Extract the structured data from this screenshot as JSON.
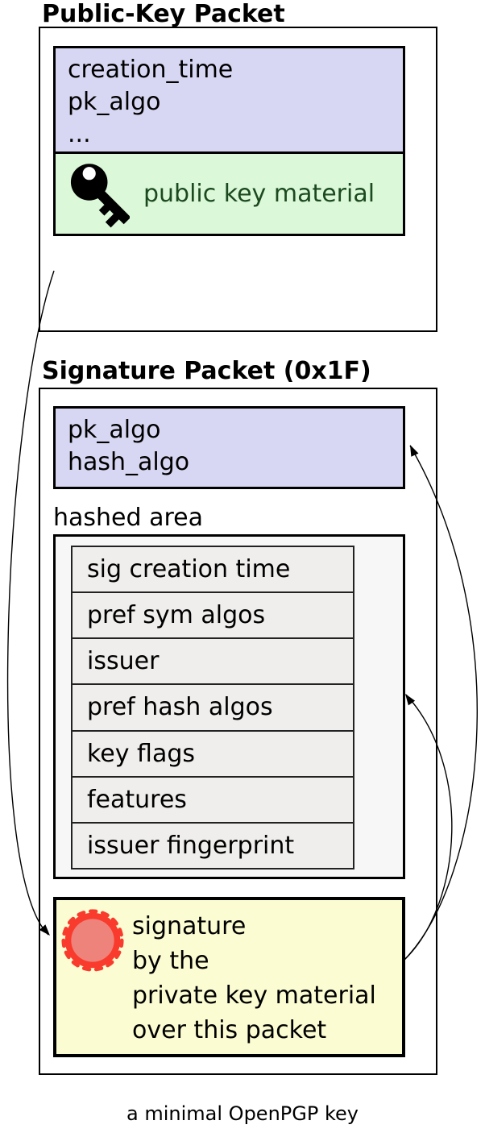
{
  "diagram": {
    "caption": "a minimal OpenPGP key"
  },
  "public_key_packet": {
    "title": "Public-Key Packet",
    "fields": [
      "creation_time",
      "pk_algo",
      "..."
    ],
    "material": {
      "label": "public key material",
      "icon": "key-icon"
    }
  },
  "signature_packet": {
    "title": "Signature Packet (0x1F)",
    "fields": [
      "pk_algo",
      "hash_algo"
    ],
    "hashed_area": {
      "label": "hashed area",
      "subpackets": [
        "sig creation time",
        "pref sym algos",
        "issuer",
        "pref hash algos",
        "key flags",
        "features",
        "issuer fingerprint"
      ]
    },
    "signature": {
      "icon": "seal-icon",
      "lines": [
        "signature",
        "by the",
        "private key material",
        "over this packet"
      ]
    }
  },
  "arrows": [
    "public-key-packet-to-signature",
    "signature-to-pk-algo-hash-algo",
    "signature-to-hashed-area"
  ],
  "colors": {
    "field_box_bg": "#d8d7f3",
    "key_material_bg": "#dbf8d9",
    "key_material_text": "#1c4a1f",
    "hashed_area_bg": "#f7f7f7",
    "subpacket_row_bg": "#efeeec",
    "signature_bg": "#fcfcd3",
    "seal_ring": "#f93b2d",
    "seal_fill": "#ee837b",
    "outline": "#000000"
  }
}
